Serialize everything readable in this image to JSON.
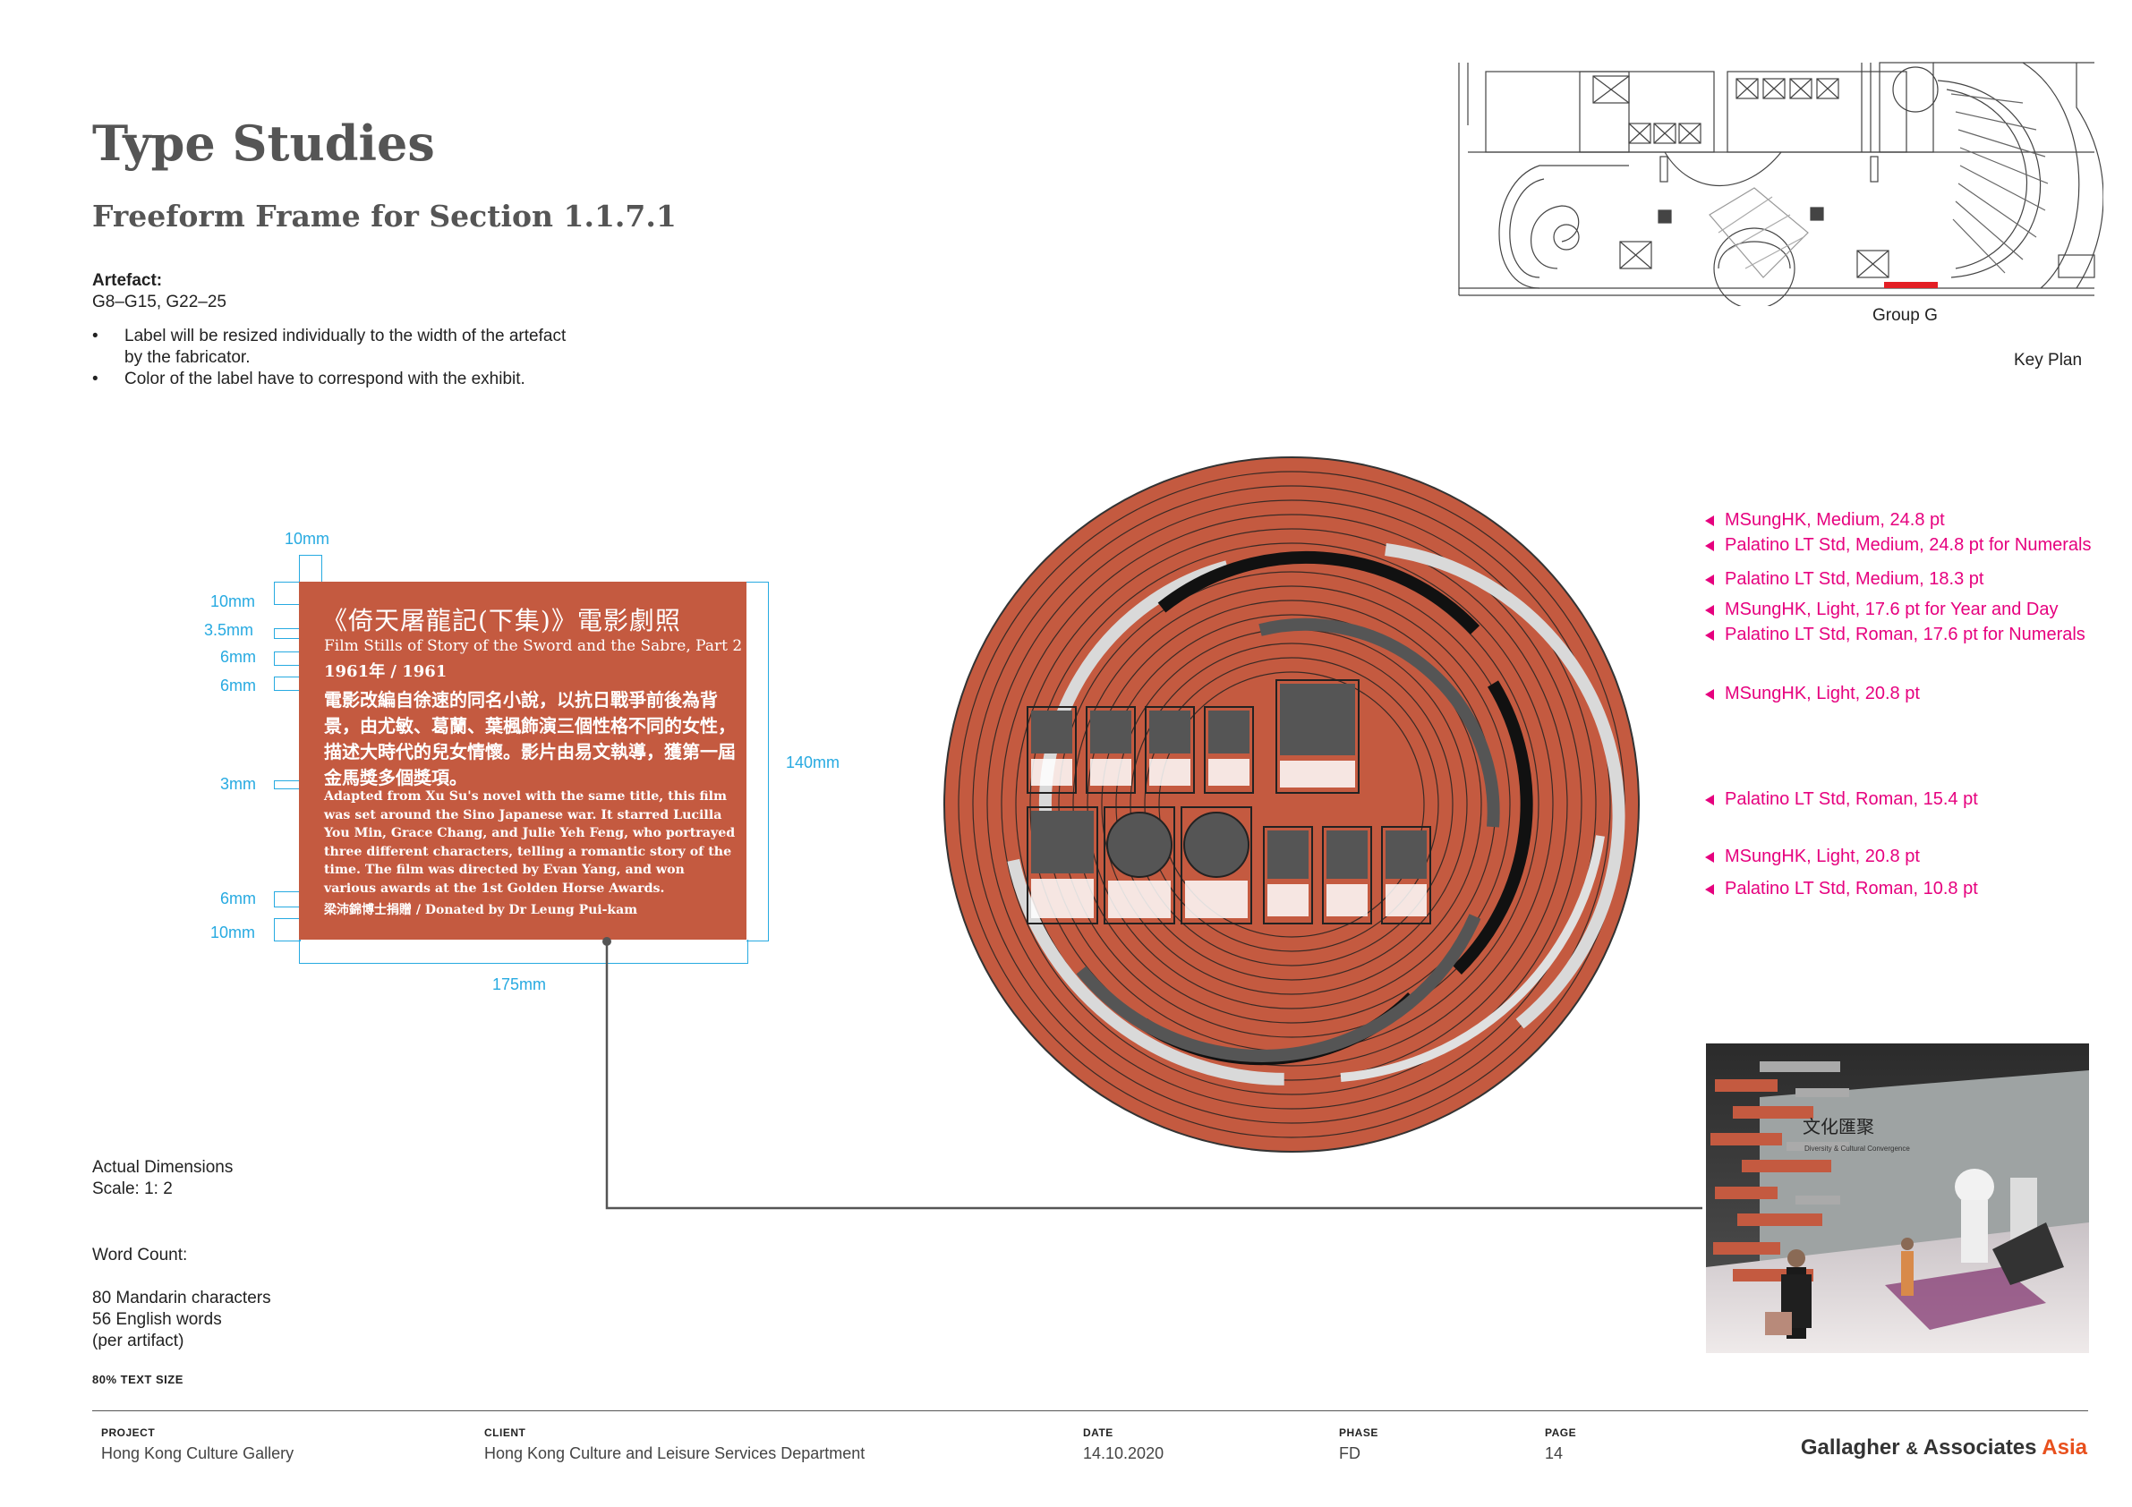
{
  "header": {
    "title": "Type Studies",
    "subtitle": "Freeform Frame for Section 1.1.7.1"
  },
  "artefact": {
    "heading": "Artefact:",
    "value": "G8–G15, G22–25",
    "notes": [
      "Label will be resized individually to the width of the artefact by the fabricator.",
      "Color of the label have to correspond with the exhibit."
    ]
  },
  "keyplan": {
    "group_label": "Group G",
    "caption": "Key Plan"
  },
  "dimensions": {
    "top": "10mm",
    "left": [
      "10mm",
      "3.5mm",
      "6mm",
      "6mm",
      "3mm",
      "6mm",
      "10mm"
    ],
    "height": "140mm",
    "width": "175mm"
  },
  "label": {
    "zh_title": "《倚天屠龍記(下集)》電影劇照",
    "en_title": "Film Stills of Story of the Sword and the Sabre, Part 2",
    "year": "1961年 / 1961",
    "zh_body": "電影改編自徐速的同名小說，以抗日戰爭前後為背景，由尤敏、葛蘭、葉楓飾演三個性格不同的女性，描述大時代的兒女情懷。影片由易文執導，獲第一屆金馬獎多個獎項。",
    "en_body": "Adapted from Xu Su's novel with the same title, this film was set around the Sino Japanese war. It starred Lucilla You Min, Grace Chang, and Julie Yeh Feng, who portrayed three different characters, telling a romantic story of the time. The film was directed by Evan Yang, and won various awards at the 1st Golden Horse Awards.",
    "credit": "梁沛錦博士捐贈 / Donated by Dr Leung Pui-kam",
    "color": "#c45a40"
  },
  "callouts": [
    "MSungHK, Medium, 24.8 pt",
    "Palatino LT Std, Medium,  24.8 pt for Numerals",
    "Palatino LT Std, Medium, 18.3 pt",
    "MSungHK, Light, 17.6 pt for Year and Day",
    "Palatino LT Std, Roman, 17.6 pt for Numerals",
    "MSungHK, Light, 20.8 pt",
    "Palatino LT Std, Roman, 15.4 pt",
    "MSungHK, Light, 20.8 pt",
    "Palatino LT Std, Roman, 10.8 pt"
  ],
  "render_image": {
    "sign_text": "文化匯聚",
    "sign_sub": "Diversity & Cultural Convergence"
  },
  "notes": {
    "actual_dims": "Actual Dimensions",
    "scale": "Scale: 1: 2",
    "word_count_heading": "Word Count:",
    "word_count_lines": [
      "80 Mandarin characters",
      "56 English words",
      "(per artifact)"
    ],
    "text_size": "80% TEXT SIZE"
  },
  "footer": {
    "project_label": "PROJECT",
    "project": "Hong Kong Culture Gallery",
    "client_label": "CLIENT",
    "client": "Hong Kong Culture and Leisure Services Department",
    "date_label": "DATE",
    "date": "14.10.2020",
    "phase_label": "PHASE",
    "phase": "FD",
    "page_label": "PAGE",
    "page": "14",
    "logo_main": "Gallagher",
    "logo_amp": "&",
    "logo_second": "Associates",
    "logo_asia": "Asia"
  },
  "colors": {
    "accent": "#27aae1",
    "callout": "#e6007e",
    "terracotta": "#c45a40"
  }
}
